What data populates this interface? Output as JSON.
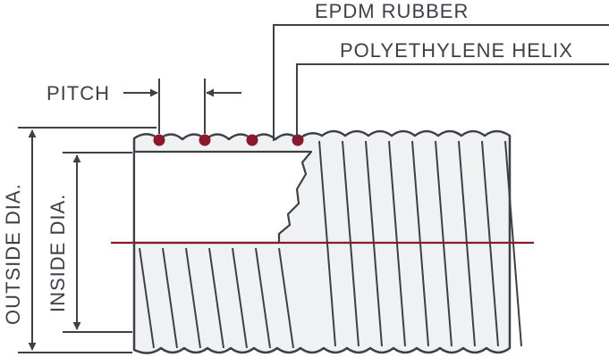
{
  "labels": {
    "epdm": "EPDM RUBBER",
    "helix": "POLYETHYLENE HELIX",
    "pitch": "PITCH",
    "outside": "OUTSIDE DIA.",
    "inside": "INSIDE DIA."
  },
  "colors": {
    "line": "#3d4047",
    "hose_fill": "#f0f1f2",
    "helix": "#8a1a2b",
    "centerline": "#8a1a2b",
    "background": "#ffffff"
  }
}
